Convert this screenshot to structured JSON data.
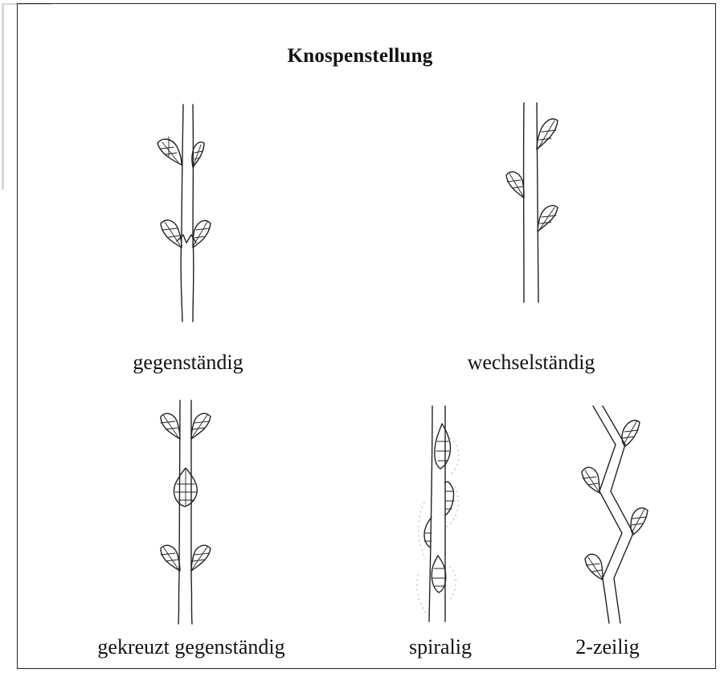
{
  "title": "Knospenstellung",
  "figures": [
    {
      "label": "gegenständig",
      "icon": "opposite-buds-twig-icon"
    },
    {
      "label": "wechselständig",
      "icon": "alternate-buds-twig-icon"
    },
    {
      "label": "gekreuzt gegenständig",
      "icon": "decussate-buds-twig-icon"
    },
    {
      "label": "spiralig",
      "icon": "spiral-buds-twig-icon"
    },
    {
      "label": "2-zeilig",
      "icon": "distichous-buds-twig-icon"
    }
  ]
}
